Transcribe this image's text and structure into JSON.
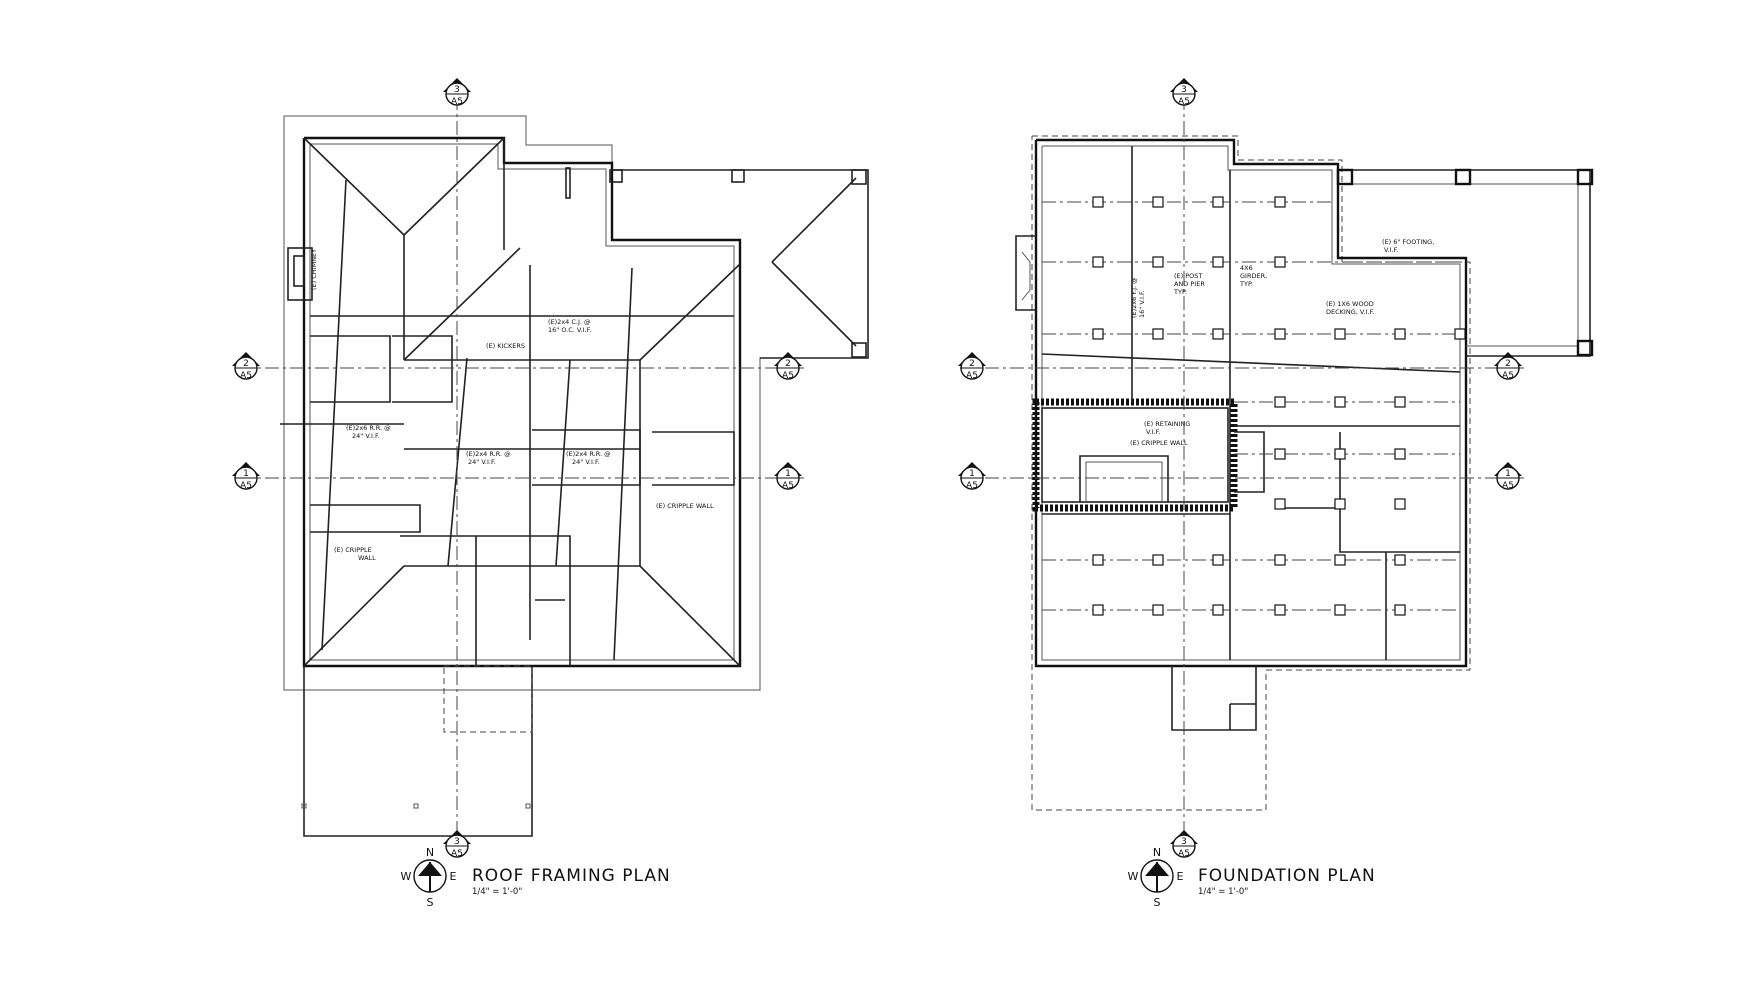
{
  "roof_plan": {
    "title": "ROOF FRAMING PLAN",
    "scale": "1/4\" = 1'-0\"",
    "notes": {
      "chimney": "(E) CHIMNEY",
      "ceiling_joists_1": "(E)2x4 C.J. @",
      "ceiling_joists_2": "16\" O.C. V.I.F.",
      "kickers": "(E) KICKERS",
      "rr_2x6_1": "(E)2x6 R.R. @",
      "rr_2x6_2": "24\" V.I.F.",
      "rr_2x4_a_1": "(E)2x4 R.R. @",
      "rr_2x4_a_2": "24\" V.I.F.",
      "rr_2x4_b_1": "(E)2x4 R.R. @",
      "rr_2x4_b_2": "24\" V.I.F.",
      "cripple_wall_1": "(E) CRIPPLE WALL",
      "cripple_wall_2a": "(E) CRIPPLE",
      "cripple_wall_2b": "WALL"
    },
    "markers": {
      "top_num": "3",
      "top_sheet": "A5",
      "bottom_num": "3",
      "bottom_sheet": "A5",
      "left2_num": "2",
      "left2_sheet": "A5",
      "right2_num": "2",
      "right2_sheet": "A5",
      "left1_num": "1",
      "left1_sheet": "A5",
      "right1_num": "1",
      "right1_sheet": "A5"
    }
  },
  "foundation_plan": {
    "title": "FOUNDATION PLAN",
    "scale": "1/4\" = 1'-0\"",
    "notes": {
      "footing_1": "(E) 6\" FOOTING,",
      "footing_2": "V.I.F.",
      "post_pier_1": "(E) POST",
      "post_pier_2": "AND PIER",
      "post_pier_3": "TYP.",
      "floor_joists_1": "(E)2x6 F.J. @",
      "floor_joists_2": "16\" V.I.F.",
      "girder_1": "4X6",
      "girder_2": "GIRDER,",
      "girder_3": "TYP.",
      "decking_1": "(E) 1X6 WOOD",
      "decking_2": "DECKING, V.I.F.",
      "retaining_1": "(E) RETAINING",
      "retaining_2": "V.I.F.",
      "cripple_wall": "(E) CRIPPLE WALL"
    },
    "markers": {
      "top_num": "3",
      "top_sheet": "A5",
      "bottom_num": "3",
      "bottom_sheet": "A5",
      "left2_num": "2",
      "left2_sheet": "A5",
      "right2_num": "2",
      "right2_sheet": "A5",
      "left1_num": "1",
      "left1_sheet": "A5",
      "right1_num": "1",
      "right1_sheet": "A5"
    }
  },
  "compass": {
    "n": "N",
    "s": "S",
    "e": "E",
    "w": "W"
  }
}
